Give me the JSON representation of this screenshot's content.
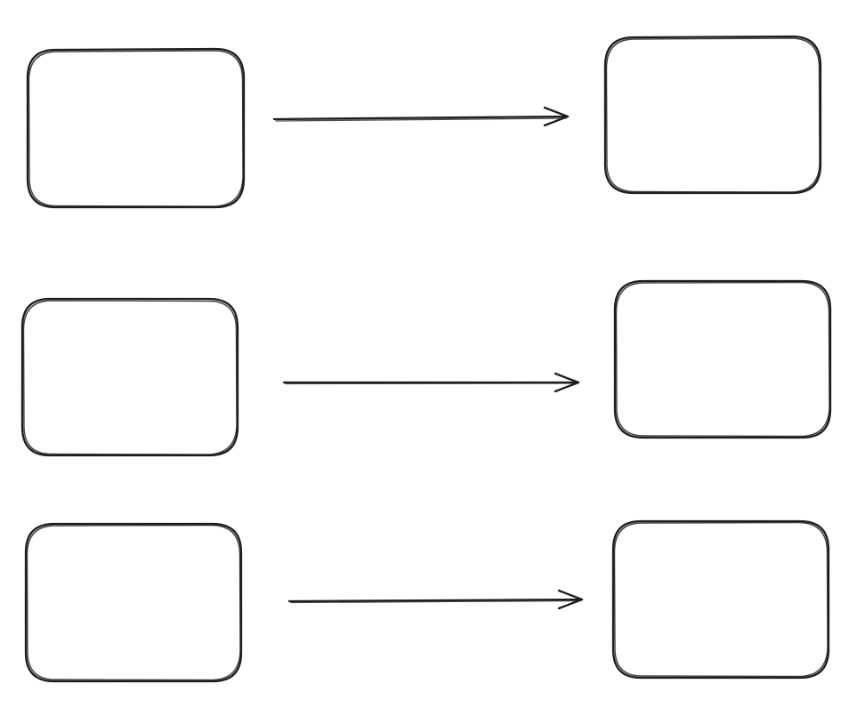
{
  "diagram": {
    "style": "hand-drawn",
    "stroke_color": "#1e1e1e",
    "background_color": "#ffffff",
    "rows": [
      {
        "id": "row-1",
        "source": {
          "label": ""
        },
        "target": {
          "label": ""
        },
        "connector": {
          "label": ""
        }
      },
      {
        "id": "row-2",
        "source": {
          "label": ""
        },
        "target": {
          "label": ""
        },
        "connector": {
          "label": ""
        }
      },
      {
        "id": "row-3",
        "source": {
          "label": ""
        },
        "target": {
          "label": ""
        },
        "connector": {
          "label": ""
        }
      }
    ]
  }
}
